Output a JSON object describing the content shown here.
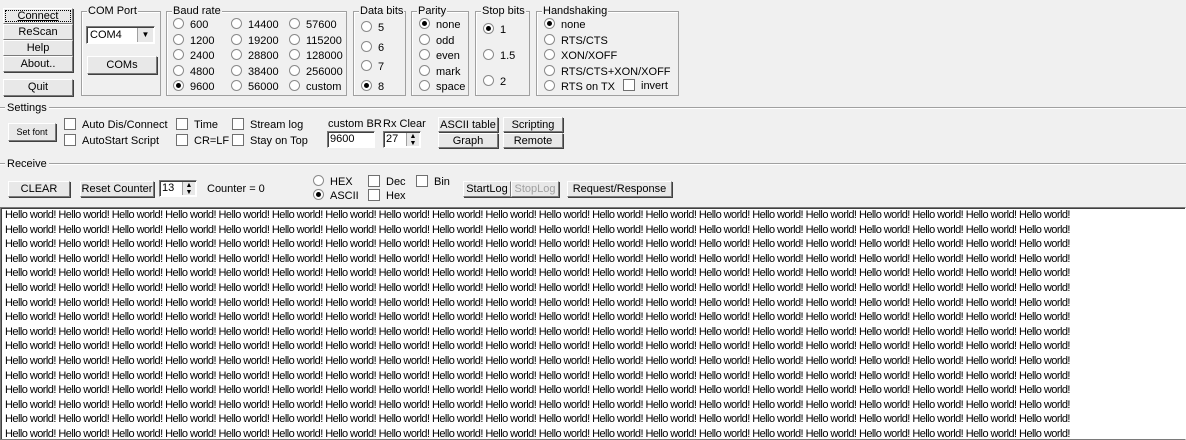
{
  "buttons": {
    "connect": "Connect",
    "rescan": "ReScan",
    "help": "Help",
    "about": "About..",
    "quit": "Quit"
  },
  "com_port": {
    "title": "COM Port",
    "selected": "COM4",
    "coms_button": "COMs"
  },
  "baud_rate": {
    "title": "Baud rate",
    "col1": [
      "600",
      "1200",
      "2400",
      "4800",
      "9600"
    ],
    "col2": [
      "14400",
      "19200",
      "28800",
      "38400",
      "56000"
    ],
    "col3": [
      "57600",
      "115200",
      "128000",
      "256000",
      "custom"
    ],
    "selected": "9600"
  },
  "data_bits": {
    "title": "Data bits",
    "options": [
      "5",
      "6",
      "7",
      "8"
    ],
    "selected": "8"
  },
  "parity": {
    "title": "Parity",
    "options": [
      "none",
      "odd",
      "even",
      "mark",
      "space"
    ],
    "selected": "none"
  },
  "stop_bits": {
    "title": "Stop bits",
    "options": [
      "1",
      "1.5",
      "2"
    ],
    "selected": "1"
  },
  "handshaking": {
    "title": "Handshaking",
    "options": [
      "none",
      "RTS/CTS",
      "XON/XOFF",
      "RTS/CTS+XON/XOFF",
      "RTS on TX"
    ],
    "selected": "none",
    "invert_label": "invert"
  },
  "settings": {
    "title": "Settings",
    "set_font": "Set font",
    "auto_dis_connect": "Auto Dis/Connect",
    "autostart_script": "AutoStart Script",
    "time": "Time",
    "cr_lf": "CR=LF",
    "stream_log": "Stream log",
    "stay_on_top": "Stay on Top",
    "custom_br_label": "custom BR",
    "custom_br_value": "9600",
    "rx_clear_label": "Rx Clear",
    "rx_clear_value": "27",
    "ascii_table": "ASCII table",
    "graph": "Graph",
    "scripting": "Scripting",
    "remote": "Remote"
  },
  "receive": {
    "title": "Receive",
    "clear": "CLEAR",
    "reset_counter": "Reset Counter",
    "counter_spin_value": "13",
    "counter_text": "Counter = 0",
    "hex": "HEX",
    "ascii": "ASCII",
    "mode_selected": "ASCII",
    "dec": "Dec",
    "hex_chk": "Hex",
    "bin": "Bin",
    "startlog": "StartLog",
    "stoplog": "StopLog",
    "request_response": "Request/Response"
  },
  "terminal": {
    "repeat_text": "Hello world!",
    "per_line": 20,
    "line_count": 16
  },
  "colors": {
    "window_bg": "#f0f0f0",
    "terminal_bg": "#ffffff",
    "group_border": "#a0a0a0"
  }
}
